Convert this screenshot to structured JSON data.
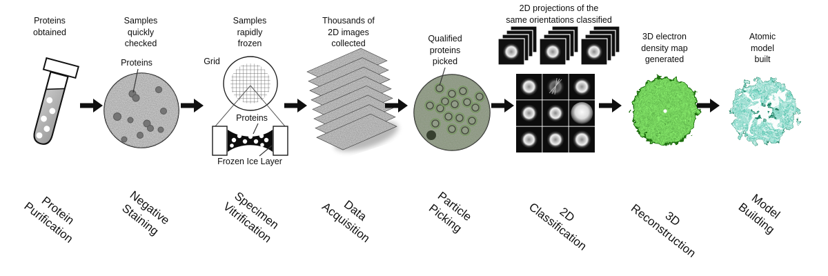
{
  "steps": [
    {
      "label": "Protein\nPurification",
      "caption": "Proteins\nobtained"
    },
    {
      "label": "Negative\nStaining",
      "caption": "Samples\nquickly\nchecked",
      "annotation_proteins": "Proteins"
    },
    {
      "label": "Specimen\nVitrification",
      "caption": "Samples\nrapidly\nfrozen",
      "annotation_grid": "Grid",
      "annotation_proteins": "Proteins",
      "annotation_ice": "Frozen Ice Layer"
    },
    {
      "label": "Data\nAcquisition",
      "caption": "Thousands of\n2D images\ncollected"
    },
    {
      "label": "Particle\nPicking",
      "caption": "Qualified\nproteins\npicked"
    },
    {
      "label": "2D\nClassification",
      "caption": "2D projections of the\nsame orientations classified"
    },
    {
      "label": "3D\nReconstruction",
      "caption": "3D electron\ndensity map\ngenerated"
    },
    {
      "label": "Model\nBuilding",
      "caption": "Atomic\nmodel\nbuilt"
    }
  ],
  "colors": {
    "arrow": "#0f0f0f",
    "stain_micrograph_gray": "#9b9b9b",
    "cryo_micrograph_green_gray": "#aab3a1",
    "density_map_green": "#2e8f15",
    "atomic_model_teal": "#1c8a66",
    "ink": "#111111"
  }
}
